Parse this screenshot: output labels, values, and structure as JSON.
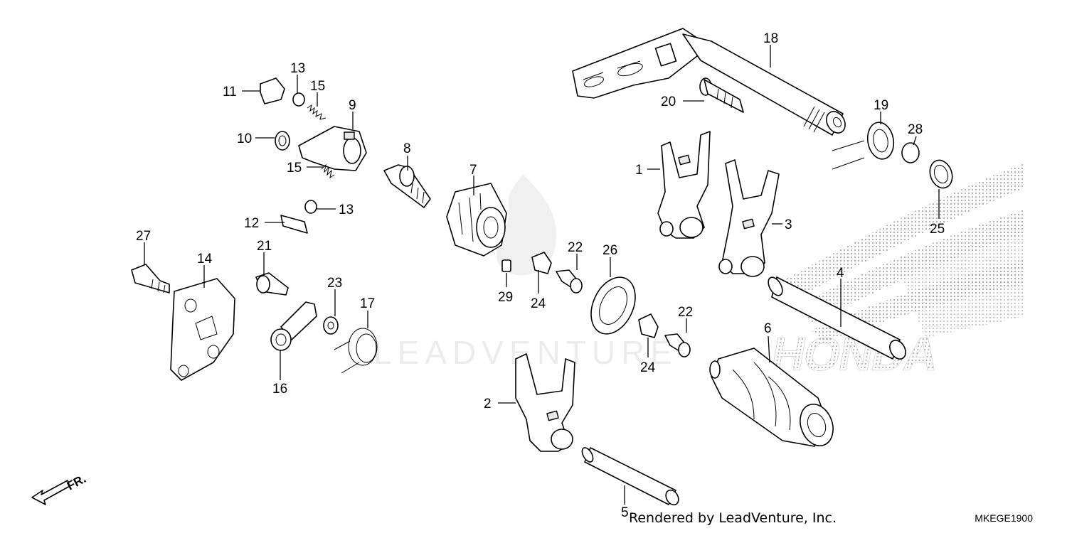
{
  "diagram": {
    "watermark_text": "LEADVENTURE",
    "brand_mark": "HONDA",
    "direction_label": "FR.",
    "footer_credit": "Rendered by LeadVenture, Inc.",
    "diagram_code": "MKEGE1900",
    "callouts": [
      "1",
      "2",
      "3",
      "4",
      "5",
      "6",
      "7",
      "8",
      "9",
      "10",
      "11",
      "12",
      "13",
      "13",
      "14",
      "15",
      "15",
      "16",
      "17",
      "18",
      "19",
      "20",
      "21",
      "22",
      "22",
      "23",
      "24",
      "24",
      "25",
      "26",
      "27",
      "28",
      "29"
    ]
  }
}
